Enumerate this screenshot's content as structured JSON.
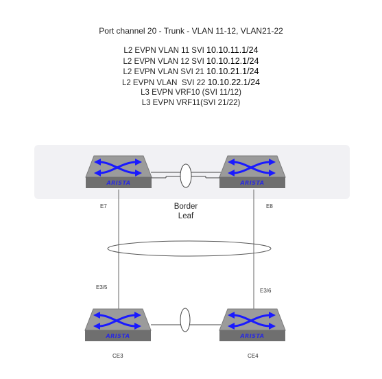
{
  "header": {
    "title": "Port channel 20 - Trunk - VLAN 11-12, VLAN21-22"
  },
  "svi_lines": [
    {
      "text": "L2 EVPN VLAN 11 SVI ",
      "ip": "10.10.11.1/24"
    },
    {
      "text": "L2 EVPN VLAN 12 SVI ",
      "ip": "10.10.12.1/24"
    },
    {
      "text": "L2 EVPN VLAN SVI 21 ",
      "ip": "10.10.21.1/24"
    },
    {
      "text": "L2 EVPN VLAN  SVI 22 ",
      "ip": "10.10.22.1/24"
    },
    {
      "text": "L3 EVPN VRF10 (SVI 11/12)",
      "ip": ""
    },
    {
      "text": "L3 EVPN VRF11(SVI 21/22)",
      "ip": ""
    }
  ],
  "switches": {
    "brand": "ARISTA",
    "top_left": {
      "port": "E7"
    },
    "top_right": {
      "port": "E8"
    },
    "bottom_left": {
      "port": "E3/5",
      "name": "CE3"
    },
    "bottom_right": {
      "port": "E3/6",
      "name": "CE4"
    }
  },
  "group": {
    "line1": "Border",
    "line2": "Leaf"
  },
  "colors": {
    "band": "#f1f1f4",
    "arrow": "#1a1aff",
    "switch_top": "#9a9a9a",
    "switch_side": "#6e6e6e"
  },
  "icons": [
    "switch-icon"
  ]
}
